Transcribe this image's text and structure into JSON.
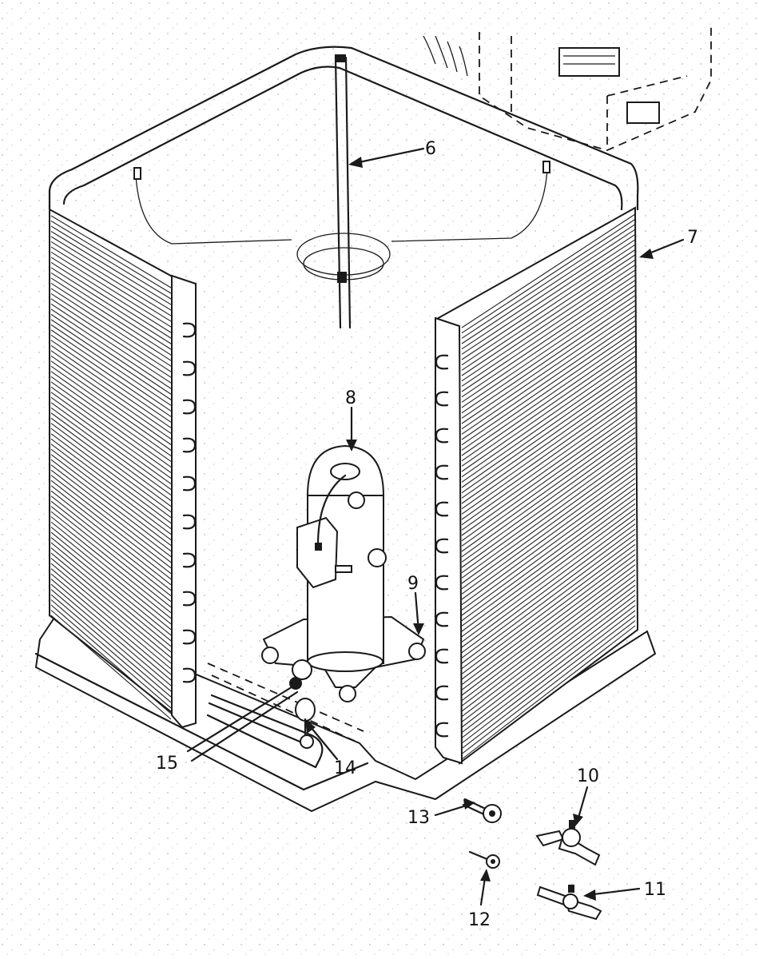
{
  "callouts": [
    {
      "id": "c6",
      "label": "6"
    },
    {
      "id": "c7",
      "label": "7"
    },
    {
      "id": "c8",
      "label": "8"
    },
    {
      "id": "c9",
      "label": "9"
    },
    {
      "id": "c10",
      "label": "10"
    },
    {
      "id": "c11",
      "label": "11"
    },
    {
      "id": "c12",
      "label": "12"
    },
    {
      "id": "c13",
      "label": "13"
    },
    {
      "id": "c14",
      "label": "14"
    },
    {
      "id": "c15",
      "label": "15"
    }
  ],
  "colors": {
    "ink": "#1a1a1a",
    "paper": "#ffffff"
  }
}
